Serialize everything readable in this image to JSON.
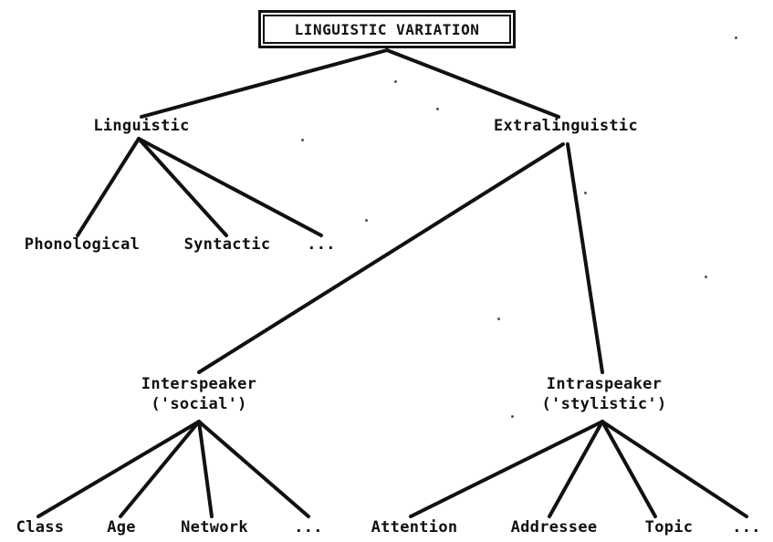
{
  "root": {
    "label": "LINGUISTIC VARIATION"
  },
  "level1": {
    "linguistic": "Linguistic",
    "extralinguistic": "Extralinguistic"
  },
  "linguistic_children": {
    "phonological": "Phonological",
    "syntactic": "Syntactic",
    "more": "..."
  },
  "extralinguistic_children": {
    "interspeaker": {
      "line1": "Interspeaker",
      "line2": "('social')"
    },
    "intraspeaker": {
      "line1": "Intraspeaker",
      "line2": "('stylistic')"
    }
  },
  "interspeaker_children": {
    "class": "Class",
    "age": "Age",
    "network": "Network",
    "more": "..."
  },
  "intraspeaker_children": {
    "attention": "Attention",
    "addressee": "Addressee",
    "topic": "Topic",
    "more": "..."
  }
}
